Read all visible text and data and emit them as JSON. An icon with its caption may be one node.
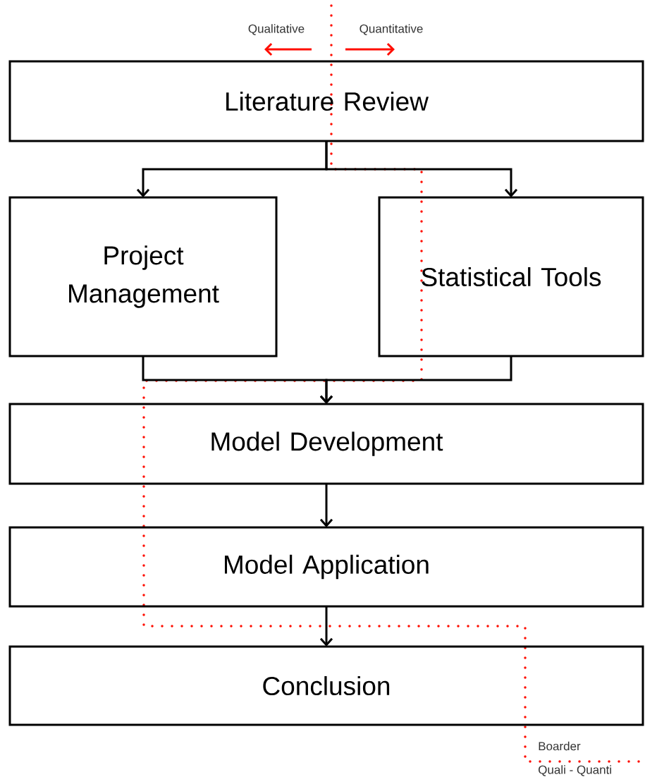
{
  "diagram": {
    "nodes": [
      {
        "text": [
          "Literature Review"
        ]
      },
      {
        "text": [
          "Project Management"
        ]
      },
      {
        "text": [
          "Statistical Tools"
        ]
      },
      {
        "text": [
          "Model Development"
        ]
      },
      {
        "text": [
          "Model Application"
        ]
      },
      {
        "text": [
          "Conclusion"
        ]
      }
    ],
    "edges": [
      {
        "from": 0,
        "to": 1,
        "arrow": "to"
      },
      {
        "from": 0,
        "to": 2,
        "arrow": "to"
      },
      {
        "from": 1,
        "to": 3,
        "arrow": "to"
      },
      {
        "from": 2,
        "to": 3,
        "arrow": "to"
      },
      {
        "from": 3,
        "to": 4,
        "arrow": "to"
      },
      {
        "from": 4,
        "to": 5,
        "arrow": "to"
      }
    ],
    "labels": [
      "Qualitative",
      "Quantitative",
      "Boarder",
      "Quali - Quanti"
    ]
  }
}
